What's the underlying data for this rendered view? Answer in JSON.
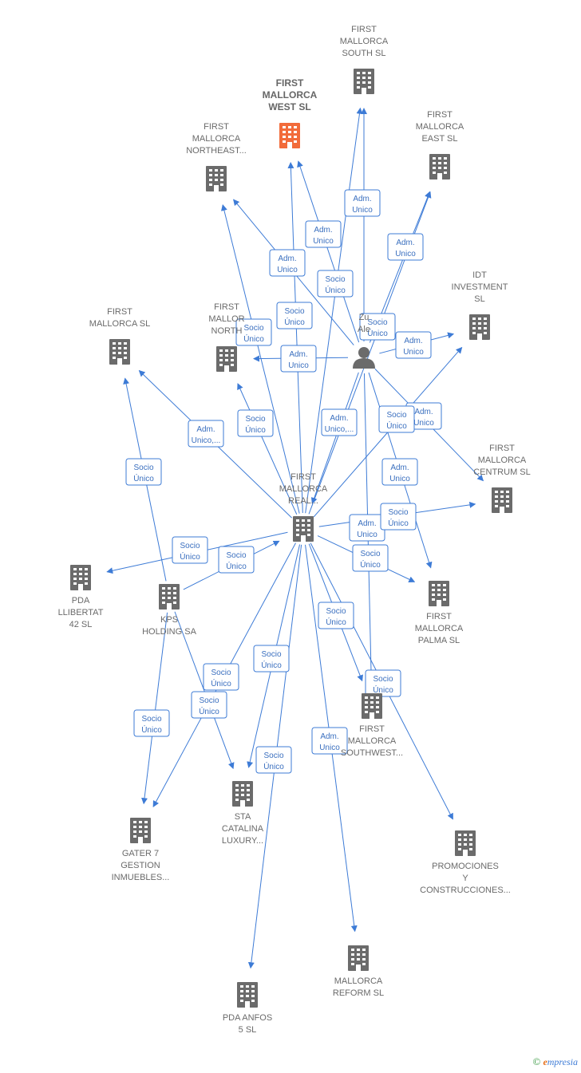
{
  "nodes": [
    {
      "id": "fm_west",
      "lines": [
        "FIRST",
        "MALLORCA",
        "WEST  SL"
      ],
      "type": "company",
      "highlight": true
    },
    {
      "id": "fm_south",
      "lines": [
        "FIRST",
        "MALLORCA",
        "SOUTH  SL"
      ],
      "type": "company"
    },
    {
      "id": "fm_northeast",
      "lines": [
        "FIRST",
        "MALLORCA",
        "NORTHEAST..."
      ],
      "type": "company"
    },
    {
      "id": "fm_east",
      "lines": [
        "FIRST",
        "MALLORCA",
        "EAST  SL"
      ],
      "type": "company"
    },
    {
      "id": "idt",
      "lines": [
        "IDT",
        "INVESTMENT",
        "SL"
      ],
      "type": "company"
    },
    {
      "id": "fm_sl",
      "lines": [
        "FIRST",
        "MALLORCA SL"
      ],
      "type": "company"
    },
    {
      "id": "fm_north",
      "lines": [
        "FIRST",
        "MALLOR",
        "NORTH"
      ],
      "type": "company"
    },
    {
      "id": "person",
      "lines": [
        "Zu",
        "Ale"
      ],
      "type": "person"
    },
    {
      "id": "fm_centrum",
      "lines": [
        "FIRST",
        "MALLORCA",
        "CENTRUM  SL"
      ],
      "type": "company"
    },
    {
      "id": "fm_real",
      "lines": [
        "FIRST",
        "MALLORCA",
        "REAL..."
      ],
      "type": "company"
    },
    {
      "id": "pda_llibertat",
      "lines": [
        "PDA",
        "LLIBERTAT",
        "42  SL"
      ],
      "type": "company"
    },
    {
      "id": "kps",
      "lines": [
        "KPS",
        "HOLDING SA"
      ],
      "type": "company"
    },
    {
      "id": "fm_palma",
      "lines": [
        "FIRST",
        "MALLORCA",
        "PALMA  SL"
      ],
      "type": "company"
    },
    {
      "id": "fm_southwest",
      "lines": [
        "FIRST",
        "MALLORCA",
        "SOUTHWEST..."
      ],
      "type": "company"
    },
    {
      "id": "gater",
      "lines": [
        "GATER 7",
        "GESTION",
        "INMUEBLES..."
      ],
      "type": "company"
    },
    {
      "id": "sta_catalina",
      "lines": [
        "STA",
        "CATALINA",
        "LUXURY..."
      ],
      "type": "company"
    },
    {
      "id": "promociones",
      "lines": [
        "PROMOCIONES",
        "Y",
        "CONSTRUCCIONES..."
      ],
      "type": "company"
    },
    {
      "id": "mallorca_reform",
      "lines": [
        "MALLORCA",
        "REFORM  SL"
      ],
      "type": "company"
    },
    {
      "id": "pda_anfos",
      "lines": [
        "PDA ANFOS",
        "5  SL"
      ],
      "type": "company"
    }
  ],
  "edges": [
    {
      "from": "person",
      "to": "fm_south",
      "label": [
        "Adm.",
        "Unico"
      ]
    },
    {
      "from": "person",
      "to": "fm_west",
      "label": [
        "Adm.",
        "Unico"
      ]
    },
    {
      "from": "person",
      "to": "fm_east",
      "label": [
        "Adm.",
        "Unico"
      ]
    },
    {
      "from": "person",
      "to": "fm_northeast",
      "label": [
        "Adm.",
        "Unico"
      ]
    },
    {
      "from": "person",
      "to": "idt",
      "label": [
        "Adm.",
        "Unico"
      ]
    },
    {
      "from": "person",
      "to": "fm_north",
      "label": [
        "Adm.",
        "Unico"
      ]
    },
    {
      "from": "person",
      "to": "fm_centrum",
      "label": [
        "Adm.",
        "Unico"
      ]
    },
    {
      "from": "person",
      "to": "fm_real",
      "label": [
        "Adm.",
        "Unico,..."
      ]
    },
    {
      "from": "person",
      "to": "fm_palma",
      "label": [
        "Adm.",
        "Unico"
      ]
    },
    {
      "from": "person",
      "to": "fm_southwest",
      "label": [
        "Adm.",
        "Unico"
      ]
    },
    {
      "from": "fm_real",
      "to": "fm_west",
      "label": [
        "Socio",
        "Único"
      ]
    },
    {
      "from": "fm_real",
      "to": "fm_south",
      "label": [
        "Socio",
        "Único"
      ]
    },
    {
      "from": "fm_real",
      "to": "fm_east",
      "label": [
        "Socio",
        "Único"
      ]
    },
    {
      "from": "fm_real",
      "to": "fm_northeast",
      "label": [
        "Socio",
        "Único"
      ]
    },
    {
      "from": "fm_real",
      "to": "idt",
      "label": [
        "Socio",
        "Único"
      ]
    },
    {
      "from": "fm_real",
      "to": "fm_north",
      "label": [
        "Socio",
        "Único"
      ]
    },
    {
      "from": "fm_real",
      "to": "fm_sl",
      "label": [
        "Adm.",
        "Unico,..."
      ]
    },
    {
      "from": "fm_real",
      "to": "fm_centrum",
      "label": [
        "Socio",
        "Único"
      ]
    },
    {
      "from": "fm_real",
      "to": "fm_palma",
      "label": [
        "Socio",
        "Único"
      ]
    },
    {
      "from": "fm_real",
      "to": "pda_llibertat",
      "label": [
        "Socio",
        "Único"
      ]
    },
    {
      "from": "fm_real",
      "to": "fm_southwest",
      "label": [
        "Socio",
        "Único"
      ]
    },
    {
      "from": "fm_real",
      "to": "sta_catalina",
      "label": [
        "Socio",
        "Único"
      ]
    },
    {
      "from": "fm_real",
      "to": "gater",
      "label": [
        "Socio",
        "Único"
      ]
    },
    {
      "from": "fm_real",
      "to": "promociones",
      "label": [
        "Socio",
        "Único"
      ]
    },
    {
      "from": "fm_real",
      "to": "mallorca_reform",
      "label": [
        "Adm.",
        "Unico"
      ]
    },
    {
      "from": "fm_real",
      "to": "pda_anfos",
      "label": [
        "Socio",
        "Único"
      ]
    },
    {
      "from": "kps",
      "to": "fm_sl",
      "label": [
        "Socio",
        "Único"
      ]
    },
    {
      "from": "kps",
      "to": "fm_real",
      "label": [
        "Socio",
        "Único"
      ]
    },
    {
      "from": "kps",
      "to": "gater",
      "label": [
        "Socio",
        "Único"
      ]
    },
    {
      "from": "kps",
      "to": "sta_catalina",
      "label": [
        "Socio",
        "Único"
      ]
    }
  ],
  "colors": {
    "edge": "#3d7bd6",
    "node": "#6b6b6b",
    "highlight": "#f26b3a",
    "label_border": "#3d7bd6"
  },
  "footer": {
    "copyright": "©",
    "brand_initial": "e",
    "brand_rest": "mpresia"
  }
}
